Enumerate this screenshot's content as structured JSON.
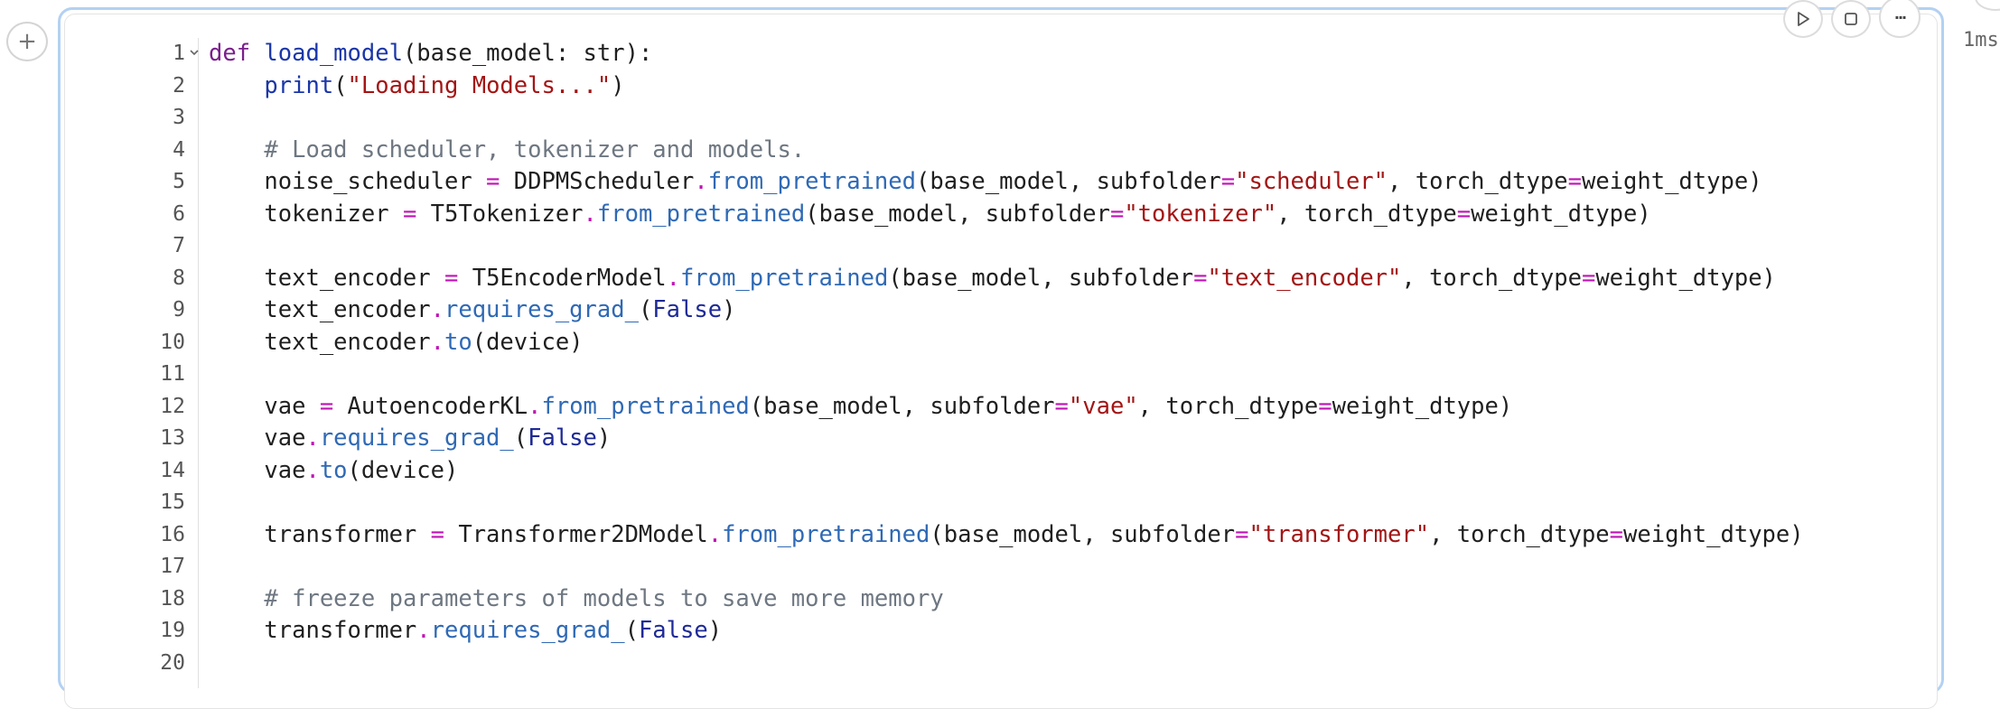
{
  "cell": {
    "add_label": "+",
    "timing": "1ms",
    "toolbar": {
      "more_label": "···"
    }
  },
  "icons": {
    "add": "plus-icon",
    "run": "play-icon",
    "stop": "square-icon",
    "more": "ellipsis-icon",
    "fold": "chevron-down-icon"
  },
  "colors": {
    "keyword": "#7a1f8c",
    "function": "#1a36a8",
    "string": "#a31515",
    "comment": "#6e7781",
    "operator": "#c012b5",
    "attribute": "#2f69b5",
    "cell_border": "#b3d1f2"
  },
  "editor": {
    "line_numbers": [
      "1",
      "2",
      "3",
      "4",
      "5",
      "6",
      "7",
      "8",
      "9",
      "10",
      "11",
      "12",
      "13",
      "14",
      "15",
      "16",
      "17",
      "18",
      "19",
      "20"
    ],
    "lines": [
      [
        {
          "t": "def",
          "c": "kw"
        },
        {
          "t": " "
        },
        {
          "t": "load_model",
          "c": "fn"
        },
        {
          "t": "(base_model: str):"
        }
      ],
      [
        {
          "t": "    "
        },
        {
          "t": "print",
          "c": "fn"
        },
        {
          "t": "("
        },
        {
          "t": "\"Loading Models...\"",
          "c": "str"
        },
        {
          "t": ")"
        }
      ],
      [],
      [
        {
          "t": "    "
        },
        {
          "t": "# Load scheduler, tokenizer and models.",
          "c": "cm"
        }
      ],
      [
        {
          "t": "    noise_scheduler "
        },
        {
          "t": "=",
          "c": "op"
        },
        {
          "t": " DDPMScheduler"
        },
        {
          "t": ".",
          "c": "op"
        },
        {
          "t": "from_pretrained",
          "c": "at"
        },
        {
          "t": "(base_model, subfolder"
        },
        {
          "t": "=",
          "c": "op"
        },
        {
          "t": "\"scheduler\"",
          "c": "str"
        },
        {
          "t": ", torch_dtype"
        },
        {
          "t": "=",
          "c": "op"
        },
        {
          "t": "weight_dtype)"
        }
      ],
      [
        {
          "t": "    tokenizer "
        },
        {
          "t": "=",
          "c": "op"
        },
        {
          "t": " T5Tokenizer"
        },
        {
          "t": ".",
          "c": "op"
        },
        {
          "t": "from_pretrained",
          "c": "at"
        },
        {
          "t": "(base_model, subfolder"
        },
        {
          "t": "=",
          "c": "op"
        },
        {
          "t": "\"tokenizer\"",
          "c": "str"
        },
        {
          "t": ", torch_dtype"
        },
        {
          "t": "=",
          "c": "op"
        },
        {
          "t": "weight_dtype)"
        }
      ],
      [],
      [
        {
          "t": "    text_encoder "
        },
        {
          "t": "=",
          "c": "op"
        },
        {
          "t": " T5EncoderModel"
        },
        {
          "t": ".",
          "c": "op"
        },
        {
          "t": "from_pretrained",
          "c": "at"
        },
        {
          "t": "(base_model, subfolder"
        },
        {
          "t": "=",
          "c": "op"
        },
        {
          "t": "\"text_encoder\"",
          "c": "str"
        },
        {
          "t": ", torch_dtype"
        },
        {
          "t": "=",
          "c": "op"
        },
        {
          "t": "weight_dtype)"
        }
      ],
      [
        {
          "t": "    text_encoder"
        },
        {
          "t": ".",
          "c": "op"
        },
        {
          "t": "requires_grad_",
          "c": "at"
        },
        {
          "t": "("
        },
        {
          "t": "False",
          "c": "bl"
        },
        {
          "t": ")"
        }
      ],
      [
        {
          "t": "    text_encoder"
        },
        {
          "t": ".",
          "c": "op"
        },
        {
          "t": "to",
          "c": "at"
        },
        {
          "t": "(device)"
        }
      ],
      [],
      [
        {
          "t": "    vae "
        },
        {
          "t": "=",
          "c": "op"
        },
        {
          "t": " AutoencoderKL"
        },
        {
          "t": ".",
          "c": "op"
        },
        {
          "t": "from_pretrained",
          "c": "at"
        },
        {
          "t": "(base_model, subfolder"
        },
        {
          "t": "=",
          "c": "op"
        },
        {
          "t": "\"vae\"",
          "c": "str"
        },
        {
          "t": ", torch_dtype"
        },
        {
          "t": "=",
          "c": "op"
        },
        {
          "t": "weight_dtype)"
        }
      ],
      [
        {
          "t": "    vae"
        },
        {
          "t": ".",
          "c": "op"
        },
        {
          "t": "requires_grad_",
          "c": "at"
        },
        {
          "t": "("
        },
        {
          "t": "False",
          "c": "bl"
        },
        {
          "t": ")"
        }
      ],
      [
        {
          "t": "    vae"
        },
        {
          "t": ".",
          "c": "op"
        },
        {
          "t": "to",
          "c": "at"
        },
        {
          "t": "(device)"
        }
      ],
      [],
      [
        {
          "t": "    transformer "
        },
        {
          "t": "=",
          "c": "op"
        },
        {
          "t": " Transformer2DModel"
        },
        {
          "t": ".",
          "c": "op"
        },
        {
          "t": "from_pretrained",
          "c": "at"
        },
        {
          "t": "(base_model, subfolder"
        },
        {
          "t": "=",
          "c": "op"
        },
        {
          "t": "\"transformer\"",
          "c": "str"
        },
        {
          "t": ", torch_dtype"
        },
        {
          "t": "=",
          "c": "op"
        },
        {
          "t": "weight_dtype)"
        }
      ],
      [],
      [
        {
          "t": "    "
        },
        {
          "t": "# freeze parameters of models to save more memory",
          "c": "cm"
        }
      ],
      [
        {
          "t": "    transformer"
        },
        {
          "t": ".",
          "c": "op"
        },
        {
          "t": "requires_grad_",
          "c": "at"
        },
        {
          "t": "("
        },
        {
          "t": "False",
          "c": "bl"
        },
        {
          "t": ")"
        }
      ],
      []
    ]
  }
}
